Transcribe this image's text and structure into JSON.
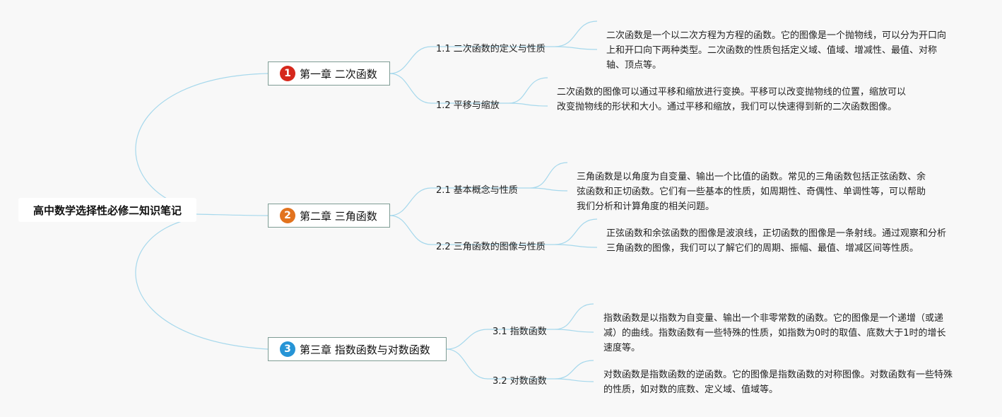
{
  "root": {
    "title": "高中数学选择性必修二知识笔记"
  },
  "colors": {
    "line": "#a6d8ec",
    "badge1": "#d6281c",
    "badge2": "#e2731e",
    "badge3": "#2694d6"
  },
  "chapters": [
    {
      "number": "1",
      "title": "第一章 二次函数",
      "sections": [
        {
          "title": "1.1 二次函数的定义与性质",
          "desc": "二次函数是一个以二次方程为方程的函数。它的图像是一个抛物线，可以分为开口向上和开口向下两种类型。二次函数的性质包括定义域、值域、增减性、最值、对称轴、顶点等。"
        },
        {
          "title": "1.2 平移与缩放",
          "desc": "二次函数的图像可以通过平移和缩放进行变换。平移可以改变抛物线的位置，缩放可以改变抛物线的形状和大小。通过平移和缩放，我们可以快速得到新的二次函数图像。"
        }
      ]
    },
    {
      "number": "2",
      "title": "第二章 三角函数",
      "sections": [
        {
          "title": "2.1 基本概念与性质",
          "desc": "三角函数是以角度为自变量、输出一个比值的函数。常见的三角函数包括正弦函数、余弦函数和正切函数。它们有一些基本的性质，如周期性、奇偶性、单调性等，可以帮助我们分析和计算角度的相关问题。"
        },
        {
          "title": "2.2 三角函数的图像与性质",
          "desc": "正弦函数和余弦函数的图像是波浪线，正切函数的图像是一条射线。通过观察和分析三角函数的图像，我们可以了解它们的周期、振幅、最值、增减区间等性质。"
        }
      ]
    },
    {
      "number": "3",
      "title": "第三章 指数函数与对数函数",
      "sections": [
        {
          "title": "3.1 指数函数",
          "desc": "指数函数是以指数为自变量、输出一个非零常数的函数。它的图像是一个递增（或递减）的曲线。指数函数有一些特殊的性质，如指数为0时的取值、底数大于1时的增长速度等。"
        },
        {
          "title": "3.2 对数函数",
          "desc": "对数函数是指数函数的逆函数。它的图像是指数函数的对称图像。对数函数有一些特殊的性质，如对数的底数、定义域、值域等。"
        }
      ]
    }
  ]
}
